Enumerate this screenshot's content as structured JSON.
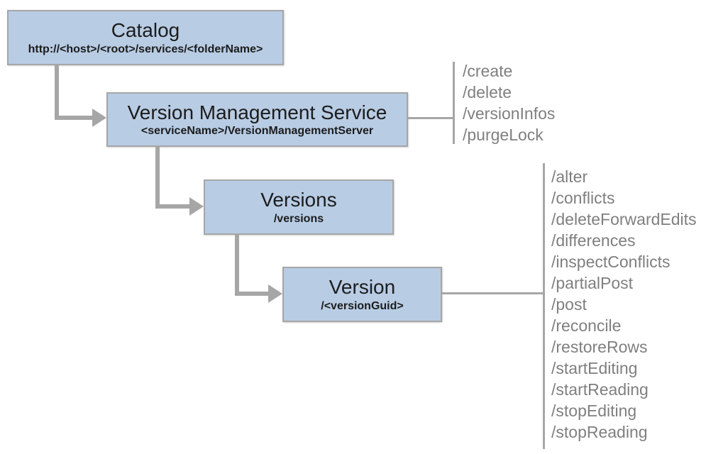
{
  "colors": {
    "box_fill": "#b8cce4",
    "box_border": "#a6a6a6",
    "connector": "#a6a6a6",
    "box_text": "#1c1c1c",
    "method_text": "#7f7f7f"
  },
  "nodes": [
    {
      "title": "Catalog",
      "subtitle": "http://<host>/<root>/services/<folderName>"
    },
    {
      "title": "Version Management Service",
      "subtitle": "<serviceName>/VersionManagementServer",
      "methods": [
        "/create",
        "/delete",
        "/versionInfos",
        "/purgeLock"
      ]
    },
    {
      "title": "Versions",
      "subtitle": "/versions"
    },
    {
      "title": "Version",
      "subtitle": "/<versionGuid>",
      "methods": [
        "/alter",
        "/conflicts",
        "/deleteForwardEdits",
        "/differences",
        "/inspectConflicts",
        "/partialPost",
        "/post",
        "/reconcile",
        "/restoreRows",
        "/startEditing",
        "/startReading",
        "/stopEditing",
        "/stopReading"
      ]
    }
  ]
}
